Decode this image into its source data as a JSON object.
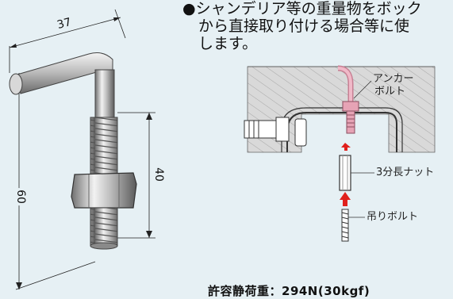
{
  "description_lines": [
    "●シャンデリア等の重量物をボック",
    "から直接取り付ける場合等に使",
    "します。"
  ],
  "dimensions": {
    "width": "37",
    "height": "60",
    "thread": "40"
  },
  "callouts": {
    "anchor_bolt_line1": "アンカー",
    "anchor_bolt_line2": "ボルト",
    "nut": "3分長ナット",
    "hanging_bolt": "吊りボルト"
  },
  "allowable_load": "許容静荷重：294N(30kgf)",
  "colors": {
    "background": "#e6f0f4",
    "arrow_red": "#e0201c",
    "bolt_pink": "#e6a3b5",
    "concrete": "#d8d8d8"
  }
}
